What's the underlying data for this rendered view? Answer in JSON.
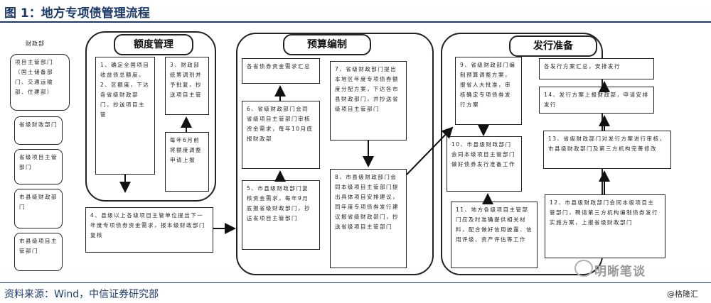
{
  "figure": {
    "title": "图 1：地方专项债管理流程",
    "source": "资料来源：Wind，中信证券研究部",
    "watermark": "明晰笔谈",
    "credit": "@格隆汇"
  },
  "left_column": {
    "header": "财政部",
    "boxes": [
      "项目主管部门（国土储备部门、交通运输部、住建部）",
      "省级财政部门",
      "省级项目主管部门",
      "市县级财政部门",
      "市县级项目主管部门"
    ]
  },
  "quota": {
    "header": "额度管理",
    "box1": "1、确定全国项目收益债总额度。2、区额度，下达各省级财政部门，抄送项目主管",
    "box3": "3、财政部统筹调剂并予批复，抄送项目主管",
    "box_sub": "每年6月前将额度调整申请上报",
    "box4": "4、县级以上各级项目主管单位提出下一年度专项债券资金需求，报本级财政部门复核"
  },
  "budget": {
    "header": "预算编制",
    "box_summary": "各省债券资金需求汇总",
    "box6": "6、省级财政部门会同省级项目主管部门审核资金需求，每年10月底报财政部",
    "box5": "5、市县级财政部门复核资金需求，每年9月底报省级财政部门，抄送省项目主管部门",
    "box7": "7、省级财政部门提出本地区年度专项债券额度分配方案，下达各市县财政部门，并抄送省级项目主管部门",
    "box8": "8、市县级财政部门会同本级项目主管部门提出具体项目安排建议，同年度专项债券发行建议报省级财政部门，抄送省级项目主管部门"
  },
  "issuance": {
    "header": "发行准备",
    "box9": "9、省级财政部门编制预算调整方案，报省人大批准，审核确定专项债券发行方案",
    "box10": "10、市县级财政部门会同本级项目主管部门做好债券发行准备工作",
    "box11": "11、地方各级项目主管部门应及时准确提供相关材料，配合做好信用披露、信用评级、资产评估等工作",
    "box_plan": "各发行方案汇总，安排发行",
    "box14": "14、发行方案上报财政部，申请安排发行",
    "box13": "13、省级财政部门对发行方案进行审核，市县级财政部门及第三方机构完善修改",
    "box12": "12、市县级财政部门会同本级项目主管部门，聘请第三方机构编制债券发行实施方案，上报省级财政部门"
  }
}
